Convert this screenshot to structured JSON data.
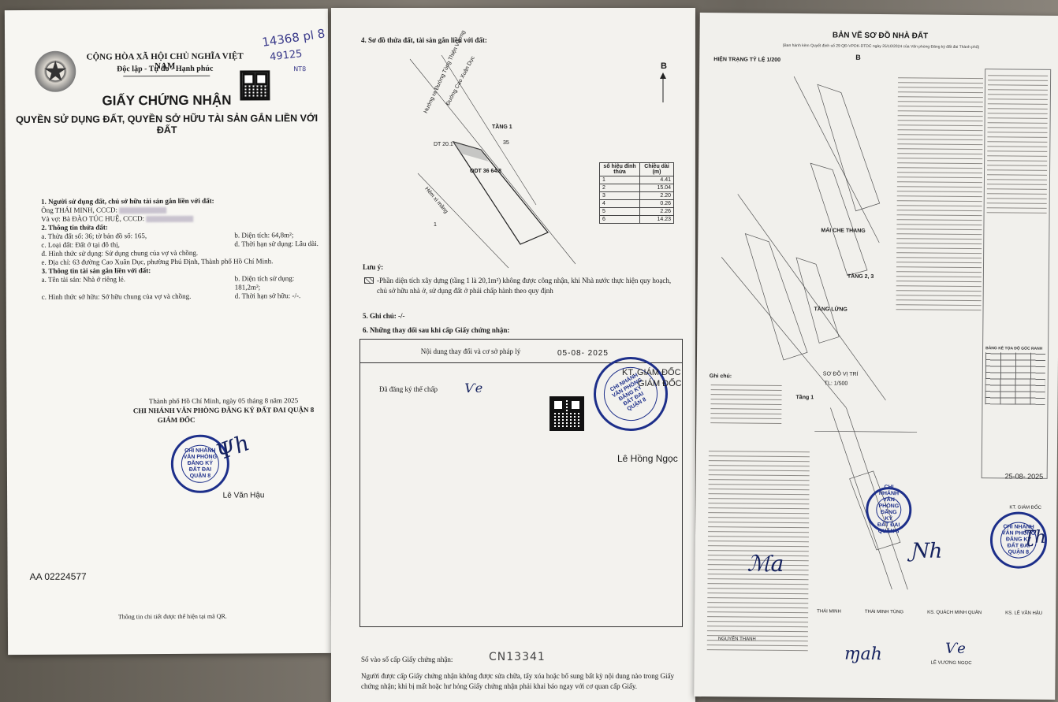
{
  "page1": {
    "handwritten_top": "14368 pl 8",
    "handwritten_mid": "49125",
    "handwritten_small": "NT8",
    "republic": "CỘNG HÒA XÃ HỘI CHỦ NGHĨA VIỆT NAM",
    "motto": "Độc lập - Tự do - Hạnh phúc",
    "title": "GIẤY CHỨNG NHẬN",
    "subtitle": "QUYỀN SỬ DỤNG ĐẤT, QUYỀN SỞ HỮU TÀI SẢN GẮN LIỀN VỚI ĐẤT",
    "section1": "1. Người sử dụng đất, chủ sở hữu tài sản gắn liền với đất:",
    "owner1": "Ông THÁI MINH, CCCD:",
    "owner2": "Và vợ: Bà ĐÀO TÚC HUỆ, CCCD:",
    "section2": "2. Thông tin thửa đất:",
    "parcel_a": "a. Thửa đất số: 36; tờ bản đồ số: 165,",
    "parcel_b": "b. Diện tích: 64,8m²;",
    "parcel_c": "c. Loại đất: Đất ở tại đô thị,",
    "parcel_d": "d. Thời hạn sử dụng: Lâu dài.",
    "parcel_dd": "đ. Hình thức sử dụng: Sử dụng chung của vợ và chồng.",
    "parcel_e": "e. Địa chỉ: 63 đường Cao Xuân Dục, phường Phú Định, Thành phố Hồ Chí Minh.",
    "section3": "3. Thông tin tài sản gắn liền với đất:",
    "asset_a": "a. Tên tài sản: Nhà ở riêng lẻ.",
    "asset_b": "b. Diện tích sử dụng: 181,2m²;",
    "asset_c": "c. Hình thức sở hữu: Sở hữu chung của vợ và chồng.",
    "asset_d": "d. Thời hạn sở hữu: -/-.",
    "place_date": "Thành phố Hồ Chí Minh, ngày 05 tháng 8 năm 2025",
    "office": "CHI NHÁNH VĂN PHÒNG ĐĂNG KÝ ĐẤT ĐAI QUẬN 8",
    "director": "GIÁM ĐỐC",
    "signer": "Lê Văn Hậu",
    "serial": "AA 02224577",
    "footer": "Thông tin chi tiết được thể hiện tại mã QR.",
    "stamp_lines": [
      "CHI NHÁNH",
      "VĂN PHÒNG",
      "ĐĂNG KÝ",
      "ĐẤT ĐAI",
      "QUẬN 8"
    ]
  },
  "page2": {
    "section4": "4. Sơ đồ thửa đất, tài sản gắn liền với đất:",
    "north": "B",
    "floor_label": "TẦNG 1",
    "parcel_code": "ODT 36 64.8",
    "dt_label": "DT 20.1",
    "alley_label": "Hẻm xi măng",
    "road_label": "Đường Cao Xuân Dục",
    "road2_label": "Hướng ra Đường Tùng Thiện Vương",
    "neighbor_35": "35",
    "neighbor_1": "1",
    "dim_table_h1": "số hiệu đỉnh thửa",
    "dim_table_h2": "Chiều dài (m)",
    "dims": [
      "4.41",
      "15.04",
      "2.20",
      "0.26",
      "2.26",
      "14.23"
    ],
    "note_title": "Lưu ý:",
    "note_text": "-Phần diện tích xây dựng (tầng 1 là 20,1m²) không được công nhận, khi Nhà nước thực hiện quy hoạch, chủ sở hữu nhà ở, sử dụng đất ở phải chấp hành theo quy định",
    "section5": "5. Ghi chú: -/-",
    "section6": "6. Những thay đổi sau khi cấp Giấy chứng nhận:",
    "change_header": "Nội dung thay đổi và cơ sở pháp lý",
    "change_date": "05-08- 2025",
    "change_content": "Đã đăng ký thế chấp",
    "stamp_text": "KT. GIÁM ĐỐC",
    "stamp_role": "GIÁM ĐỐC",
    "signer": "Lê Hồng Ngọc",
    "stamp_lines": [
      "CHI NHÁNH",
      "VĂN PHÒNG",
      "ĐĂNG KÝ",
      "ĐẤT ĐAI",
      "QUẬN 8"
    ],
    "register_label": "Số vào sổ cấp Giấy chứng nhận:",
    "register_value": "CN13341",
    "footer": "Người được cấp Giấy chứng nhận không được sửa chữa, tẩy xóa hoặc bổ sung bất kỳ nội dung nào trong Giấy chứng nhận; khi bị mất hoặc hư hỏng Giấy chứng nhận phải khai báo ngay với cơ quan cấp Giấy."
  },
  "page3": {
    "title": "BẢN VẼ SƠ ĐỒ NHÀ ĐẤT",
    "subtitle": "(Ban hành kèm Quyết định số 29 QĐ-VPDK-DTDC ngày 25/10/2024 của Văn phòng Đăng ký đất đai Thành phố)",
    "scale": "HIỆN TRẠNG TỶ LỆ 1/200",
    "north": "B",
    "label_mai_che": "MÁI CHE THANG",
    "label_tang23": "TẦNG 2, 3",
    "label_tang_lung": "TẦNG LỬNG",
    "label_tang1": "Tầng 1",
    "label_so_do": "SƠ ĐỒ VỊ TRÍ",
    "label_so_do_scale": "TL: 1/500",
    "ghi_chu": "Ghi chú:",
    "right_table_title": "BẢNG KÊ TỌA ĐỘ GÓC RANH",
    "date_stamp": "25-08- 2025",
    "role1": "KT. GIÁM ĐỐC",
    "signers": [
      "THÁI MINH",
      "THÁI MINH TÙNG",
      "KS. QUÁCH MINH QUÂN",
      "KS. LÊ VĂN HẬU"
    ],
    "signer_left": "NGUYỄN THANH",
    "signer_mid": "LÊ VƯƠNG NGỌC",
    "stamp_lines": [
      "CHI NHÁNH",
      "VĂN PHÒNG",
      "ĐĂNG KÝ",
      "ĐẤT ĐAI",
      "QUẬN 8"
    ]
  }
}
